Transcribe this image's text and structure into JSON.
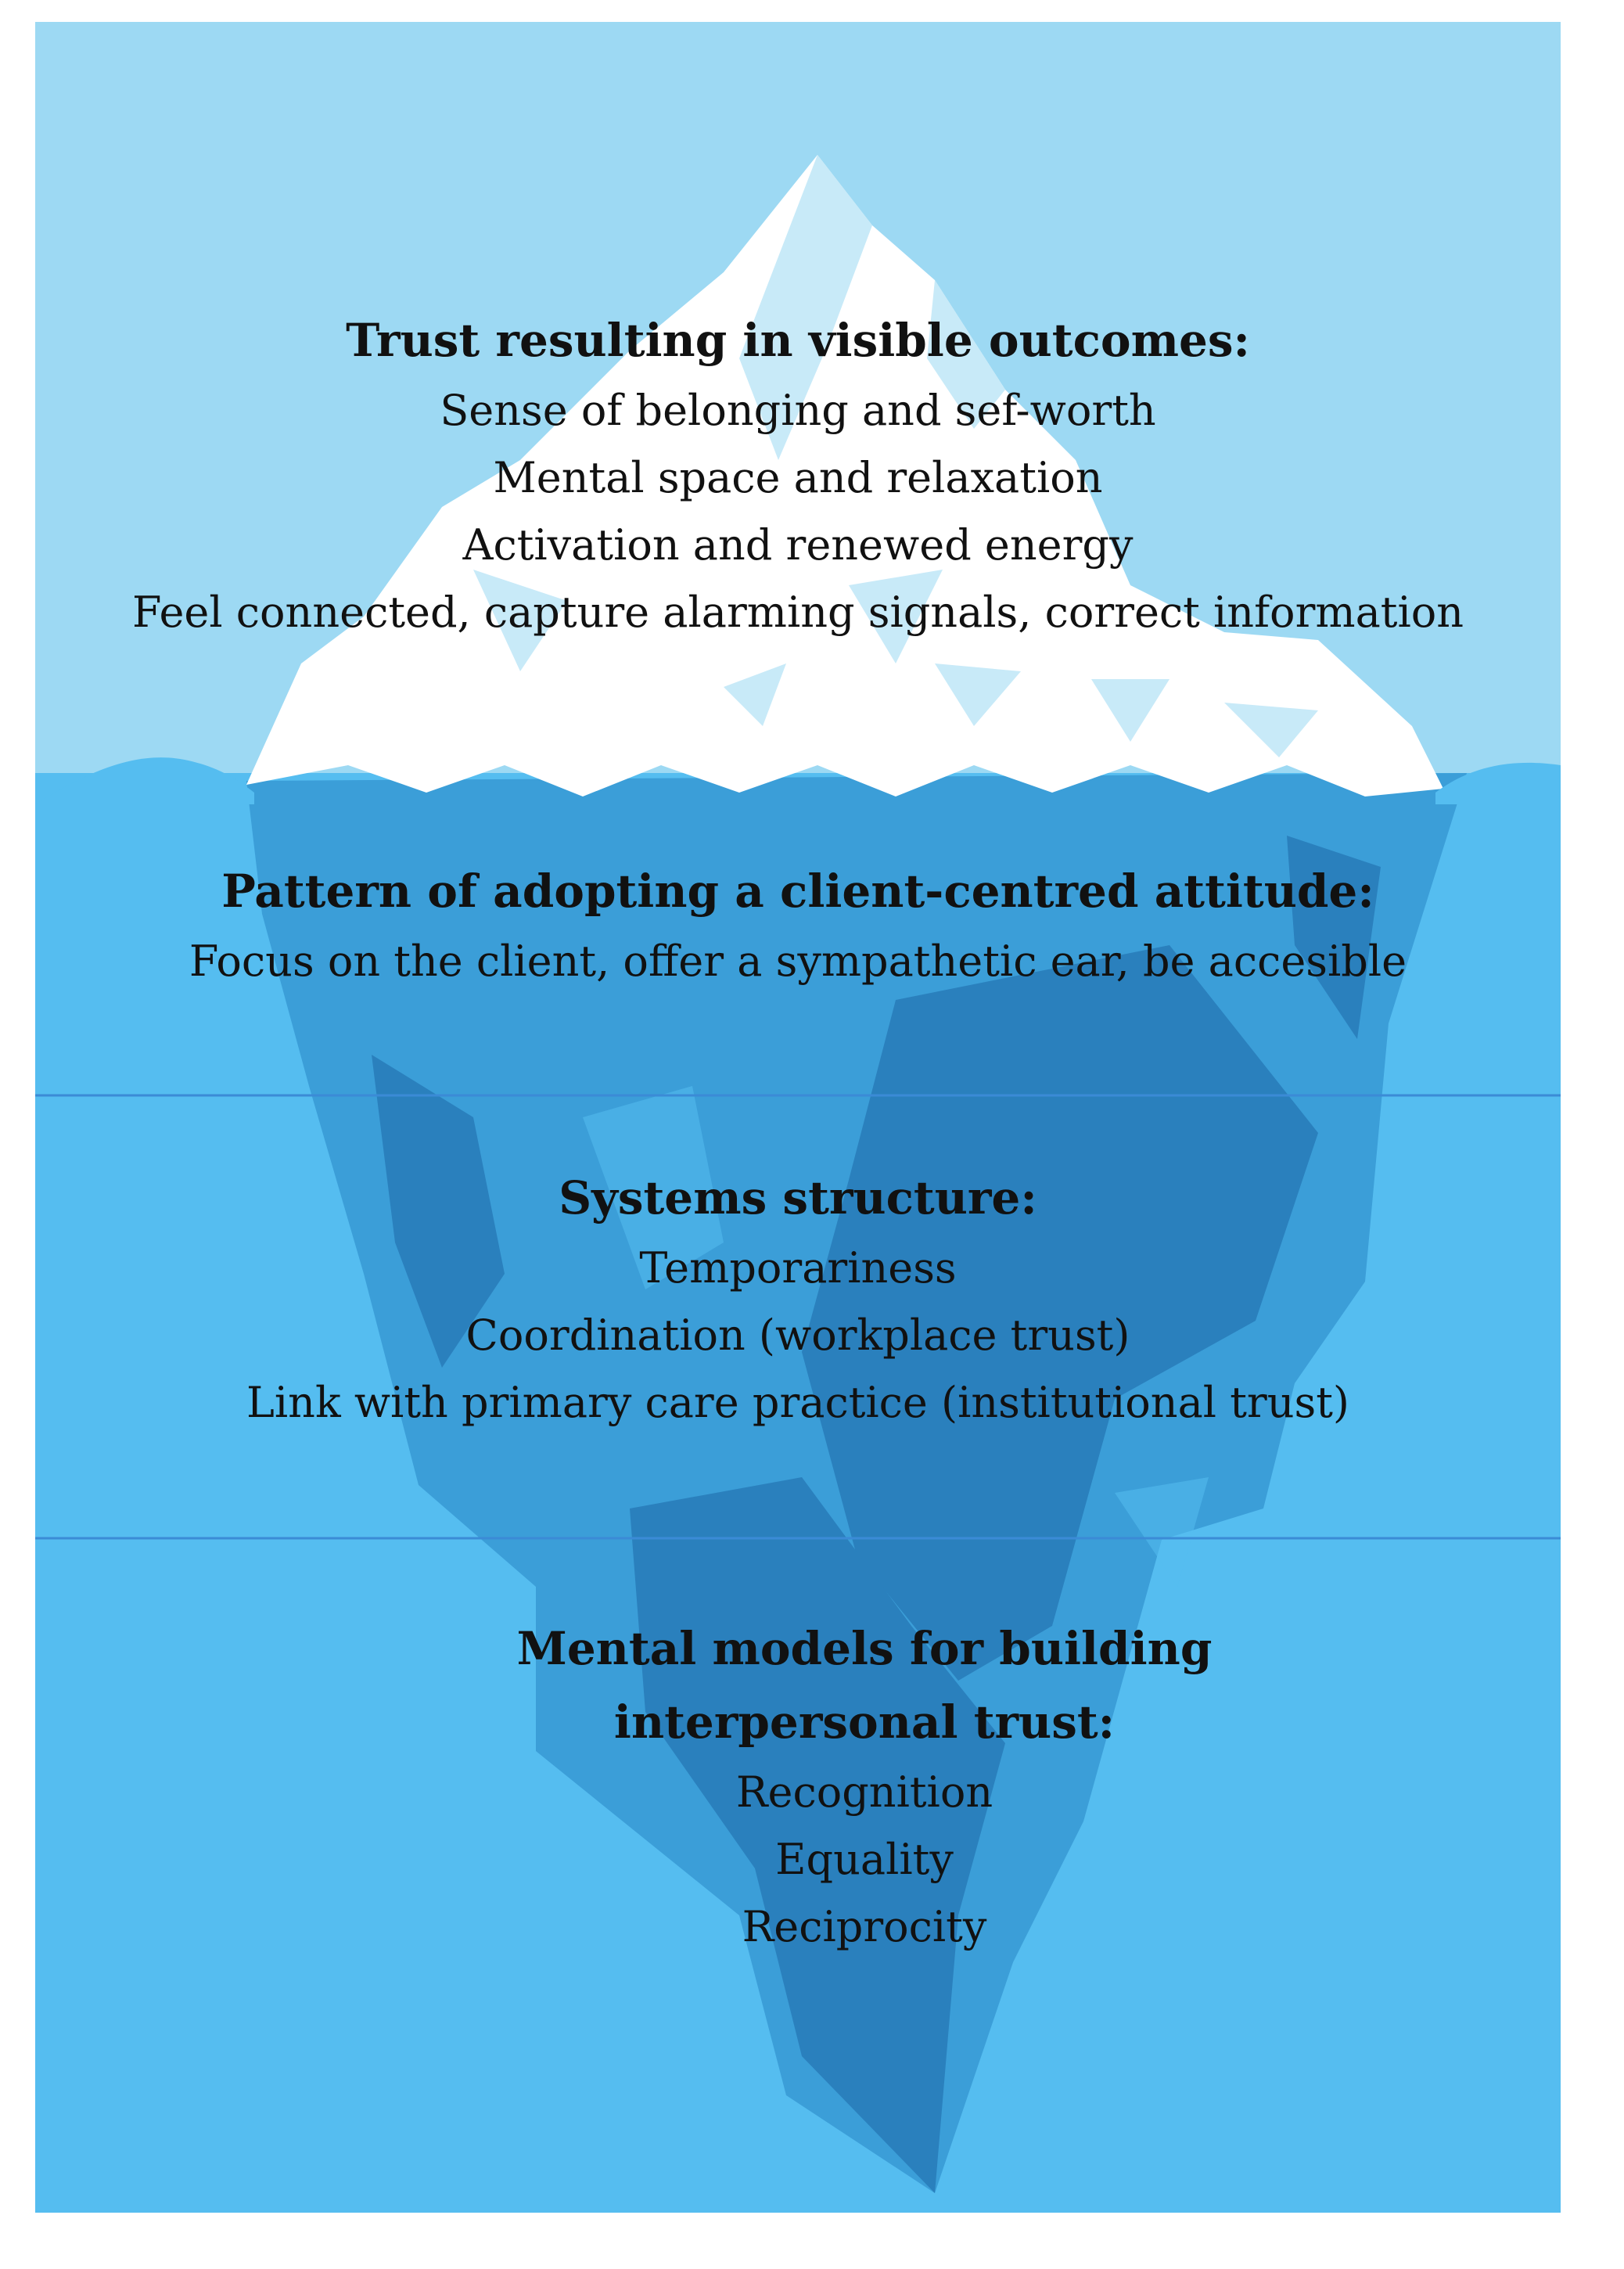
{
  "colors": {
    "sky": "#9dd9f3",
    "water": "#55bdf0",
    "ice_white": "#ffffff",
    "ice_shadow": "#c8eaf8",
    "underwater_ice": "#3b9ed8",
    "underwater_ice_dark": "#2a80bd",
    "divider_line": "#3b8bd6",
    "text": "#111111"
  },
  "levels": [
    {
      "title": "Trust resulting in visible outcomes:",
      "items": [
        "Sense of belonging and sef-worth",
        "Mental space and relaxation",
        "Activation and renewed energy",
        "Feel connected, capture alarming signals, correct information"
      ]
    },
    {
      "title": "Pattern of adopting a client-centred attitude:",
      "items": [
        "Focus on the client, offer a sympathetic ear, be accesible"
      ]
    },
    {
      "title": "Systems structure:",
      "items": [
        "Temporariness",
        "Coordination (workplace trust)",
        "Link with primary care practice (institutional trust)"
      ]
    },
    {
      "title_lines": [
        "Mental models for building",
        "interpersonal trust:"
      ],
      "items": [
        "Recognition",
        "Equality",
        "Reciprocity"
      ]
    }
  ]
}
